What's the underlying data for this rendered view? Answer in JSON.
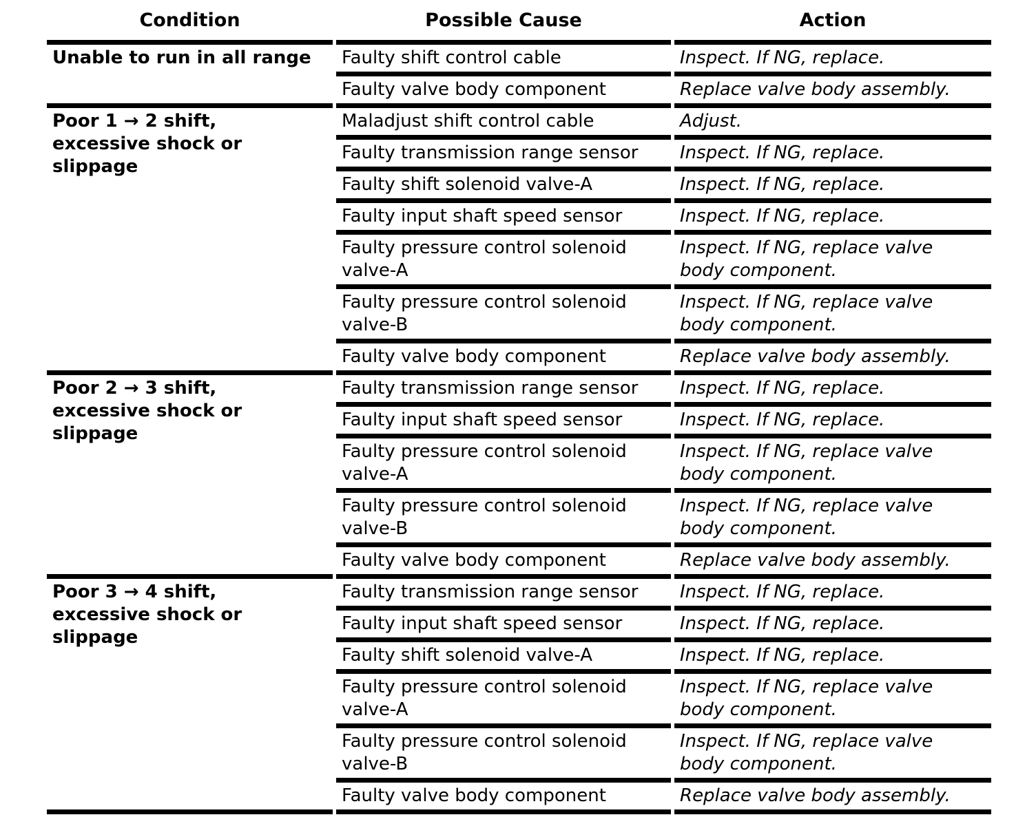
{
  "table": {
    "columns": [
      "Condition",
      "Possible Cause",
      "Action"
    ],
    "colors": {
      "text": "#000000",
      "background": "#ffffff",
      "rule": "#000000"
    },
    "groups": [
      {
        "condition": "Unable to run in all range",
        "rows": [
          {
            "cause": "Faulty shift control cable",
            "action": "Inspect. If NG, replace."
          },
          {
            "cause": "Faulty valve body component",
            "action": "Replace valve body assembly."
          }
        ]
      },
      {
        "condition": "Poor 1 → 2 shift,\nexcessive shock or\nslippage",
        "rows": [
          {
            "cause": "Maladjust shift control cable",
            "action": "Adjust."
          },
          {
            "cause": "Faulty transmission range sensor",
            "action": "Inspect. If NG, replace."
          },
          {
            "cause": "Faulty shift solenoid valve-A",
            "action": "Inspect. If NG, replace."
          },
          {
            "cause": "Faulty input shaft speed sensor",
            "action": "Inspect. If NG, replace."
          },
          {
            "cause": "Faulty pressure control solenoid valve-A",
            "action": "Inspect. If NG, replace valve body component."
          },
          {
            "cause": "Faulty pressure control solenoid valve-B",
            "action": "Inspect. If NG, replace valve body component."
          },
          {
            "cause": "Faulty valve body component",
            "action": "Replace valve body assembly."
          }
        ]
      },
      {
        "condition": "Poor 2 → 3 shift,\nexcessive shock or\nslippage",
        "rows": [
          {
            "cause": "Faulty transmission range sensor",
            "action": "Inspect. If NG, replace."
          },
          {
            "cause": "Faulty input shaft speed sensor",
            "action": "Inspect. If NG, replace."
          },
          {
            "cause": "Faulty pressure control solenoid valve-A",
            "action": "Inspect. If NG, replace valve body component."
          },
          {
            "cause": "Faulty pressure control solenoid valve-B",
            "action": "Inspect. If NG, replace valve body component."
          },
          {
            "cause": "Faulty valve body component",
            "action": "Replace valve body assembly."
          }
        ]
      },
      {
        "condition": "Poor 3 → 4 shift,\nexcessive shock or\nslippage",
        "rows": [
          {
            "cause": "Faulty transmission range sensor",
            "action": "Inspect. If NG, replace."
          },
          {
            "cause": "Faulty input shaft speed sensor",
            "action": "Inspect. If NG, replace."
          },
          {
            "cause": "Faulty shift solenoid valve-A",
            "action": "Inspect. If NG, replace."
          },
          {
            "cause": "Faulty pressure control solenoid valve-A",
            "action": "Inspect. If NG, replace valve body component."
          },
          {
            "cause": "Faulty pressure control solenoid valve-B",
            "action": "Inspect. If NG, replace valve body component."
          },
          {
            "cause": "Faulty valve body component",
            "action": "Replace valve body assembly."
          }
        ]
      }
    ]
  }
}
